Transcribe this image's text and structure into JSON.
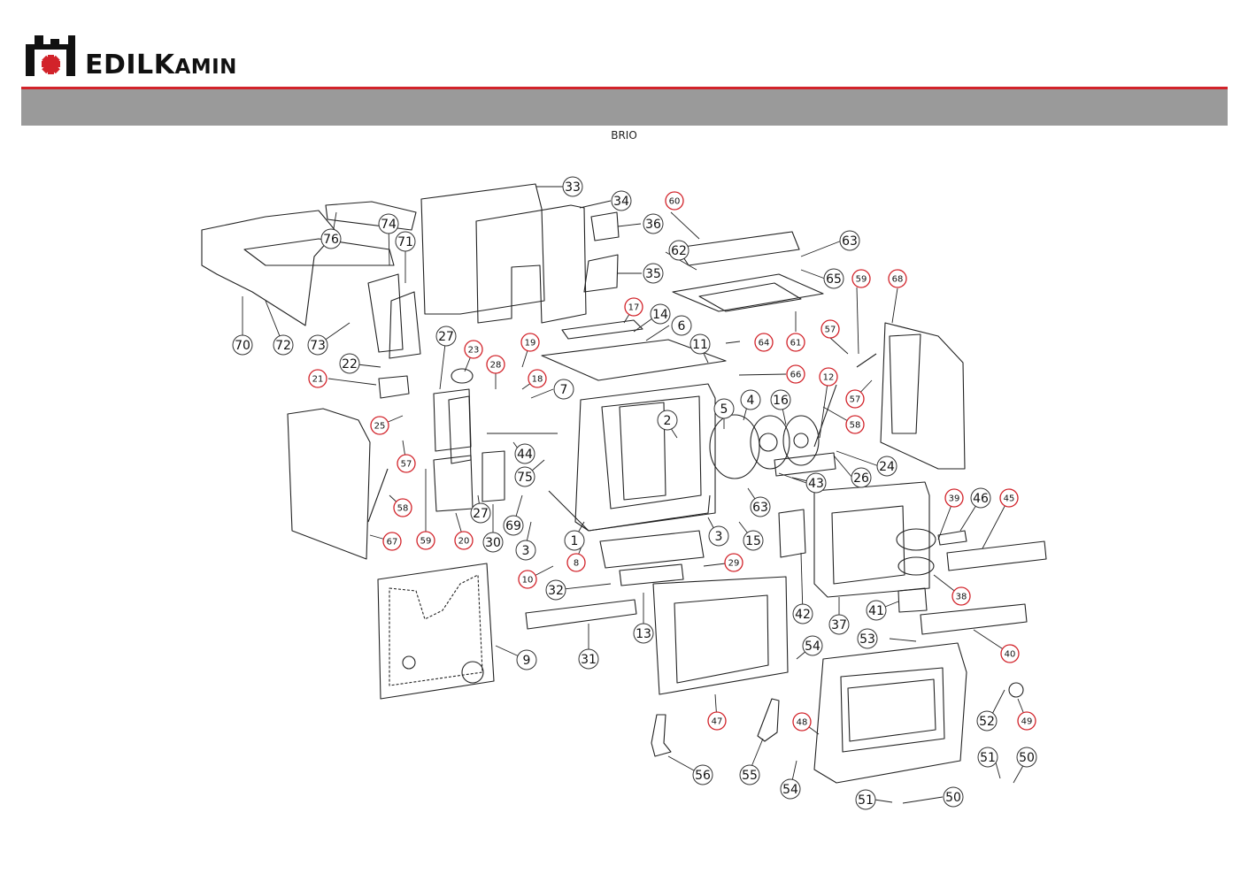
{
  "brand": {
    "name_first": "EDIL",
    "name_k": "K",
    "name_rest": "AMIN",
    "accent_color": "#d2232a",
    "band_color": "#9a9a9a"
  },
  "model": "BRIO",
  "callouts": [
    {
      "n": "1",
      "red": false
    },
    {
      "n": "2",
      "red": false
    },
    {
      "n": "3",
      "red": false
    },
    {
      "n": "3",
      "red": false
    },
    {
      "n": "4",
      "red": false
    },
    {
      "n": "5",
      "red": false
    },
    {
      "n": "6",
      "red": false
    },
    {
      "n": "7",
      "red": false
    },
    {
      "n": "8",
      "red": true
    },
    {
      "n": "9",
      "red": false
    },
    {
      "n": "10",
      "red": true
    },
    {
      "n": "11",
      "red": false
    },
    {
      "n": "12",
      "red": true
    },
    {
      "n": "13",
      "red": false
    },
    {
      "n": "14",
      "red": false
    },
    {
      "n": "15",
      "red": false
    },
    {
      "n": "16",
      "red": false
    },
    {
      "n": "17",
      "red": true
    },
    {
      "n": "18",
      "red": true
    },
    {
      "n": "19",
      "red": true
    },
    {
      "n": "20",
      "red": true
    },
    {
      "n": "21",
      "red": true
    },
    {
      "n": "22",
      "red": false
    },
    {
      "n": "23",
      "red": true
    },
    {
      "n": "24",
      "red": false
    },
    {
      "n": "25",
      "red": true
    },
    {
      "n": "26",
      "red": false
    },
    {
      "n": "27",
      "red": false
    },
    {
      "n": "27",
      "red": false
    },
    {
      "n": "28",
      "red": true
    },
    {
      "n": "29",
      "red": true
    },
    {
      "n": "30",
      "red": false
    },
    {
      "n": "31",
      "red": false
    },
    {
      "n": "32",
      "red": false
    },
    {
      "n": "33",
      "red": false
    },
    {
      "n": "34",
      "red": false
    },
    {
      "n": "35",
      "red": false
    },
    {
      "n": "36",
      "red": false
    },
    {
      "n": "37",
      "red": false
    },
    {
      "n": "38",
      "red": true
    },
    {
      "n": "39",
      "red": true
    },
    {
      "n": "40",
      "red": true
    },
    {
      "n": "41",
      "red": false
    },
    {
      "n": "42",
      "red": false
    },
    {
      "n": "43",
      "red": false
    },
    {
      "n": "44",
      "red": false
    },
    {
      "n": "45",
      "red": true
    },
    {
      "n": "46",
      "red": false
    },
    {
      "n": "47",
      "red": true
    },
    {
      "n": "48",
      "red": true
    },
    {
      "n": "49",
      "red": true
    },
    {
      "n": "50",
      "red": false
    },
    {
      "n": "50",
      "red": false
    },
    {
      "n": "51",
      "red": false
    },
    {
      "n": "51",
      "red": false
    },
    {
      "n": "52",
      "red": false
    },
    {
      "n": "53",
      "red": false
    },
    {
      "n": "54",
      "red": false
    },
    {
      "n": "54",
      "red": false
    },
    {
      "n": "55",
      "red": false
    },
    {
      "n": "56",
      "red": false
    },
    {
      "n": "57",
      "red": true
    },
    {
      "n": "57",
      "red": true
    },
    {
      "n": "57",
      "red": true
    },
    {
      "n": "58",
      "red": true
    },
    {
      "n": "58",
      "red": true
    },
    {
      "n": "59",
      "red": true
    },
    {
      "n": "59",
      "red": true
    },
    {
      "n": "60",
      "red": true
    },
    {
      "n": "61",
      "red": true
    },
    {
      "n": "62",
      "red": false
    },
    {
      "n": "63",
      "red": false
    },
    {
      "n": "63",
      "red": false
    },
    {
      "n": "64",
      "red": true
    },
    {
      "n": "65",
      "red": false
    },
    {
      "n": "66",
      "red": true
    },
    {
      "n": "67",
      "red": true
    },
    {
      "n": "68",
      "red": true
    },
    {
      "n": "69",
      "red": false
    },
    {
      "n": "70",
      "red": false
    },
    {
      "n": "71",
      "red": false
    },
    {
      "n": "72",
      "red": false
    },
    {
      "n": "73",
      "red": false
    },
    {
      "n": "74",
      "red": false
    },
    {
      "n": "75",
      "red": false
    },
    {
      "n": "76",
      "red": false
    }
  ]
}
